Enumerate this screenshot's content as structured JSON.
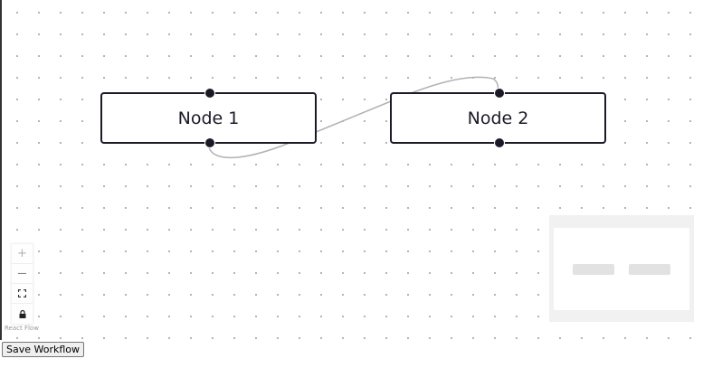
{
  "flow": {
    "nodes": [
      {
        "id": "1",
        "label": "Node 1"
      },
      {
        "id": "2",
        "label": "Node 2"
      }
    ],
    "edges": [
      {
        "source": "1",
        "target": "2",
        "color": "#b1b1b7"
      }
    ]
  },
  "controls": {
    "zoom_in_icon": "plus-icon",
    "zoom_out_icon": "minus-icon",
    "fit_view_icon": "fit-view-icon",
    "lock_icon": "lock-icon",
    "zoom_in_glyph": "+",
    "zoom_out_glyph": "—"
  },
  "attribution": "React Flow",
  "actions": {
    "save_label": "Save Workflow"
  },
  "colors": {
    "node_border": "#1c1a26",
    "edge": "#b1b1b7",
    "minimap_bg": "#f1f1f1",
    "minimap_node": "#e2e2e2"
  }
}
